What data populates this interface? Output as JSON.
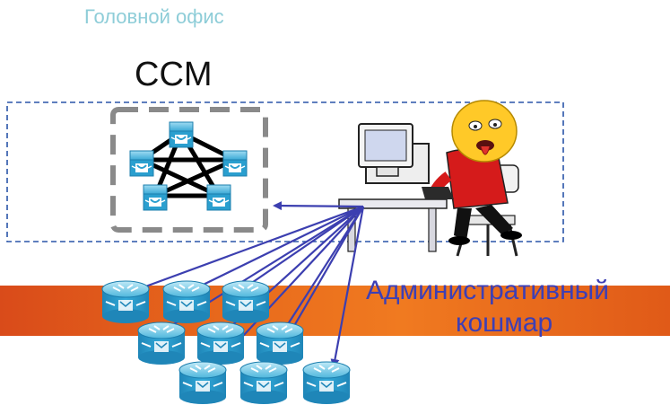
{
  "header": {
    "office_label": "Головной офис"
  },
  "cluster": {
    "label": "CCM"
  },
  "caption": {
    "line1": "Административный",
    "line2": "кошмар"
  },
  "colors": {
    "arrow": "#3c3fb0",
    "office_border": "#2a55a8",
    "cluster_border": "#888888",
    "banner": "#e8641c",
    "router": "#2a9fcf"
  },
  "icons": [
    "ip-phone-icon",
    "router-icon",
    "administrator-icon",
    "computer-icon"
  ]
}
